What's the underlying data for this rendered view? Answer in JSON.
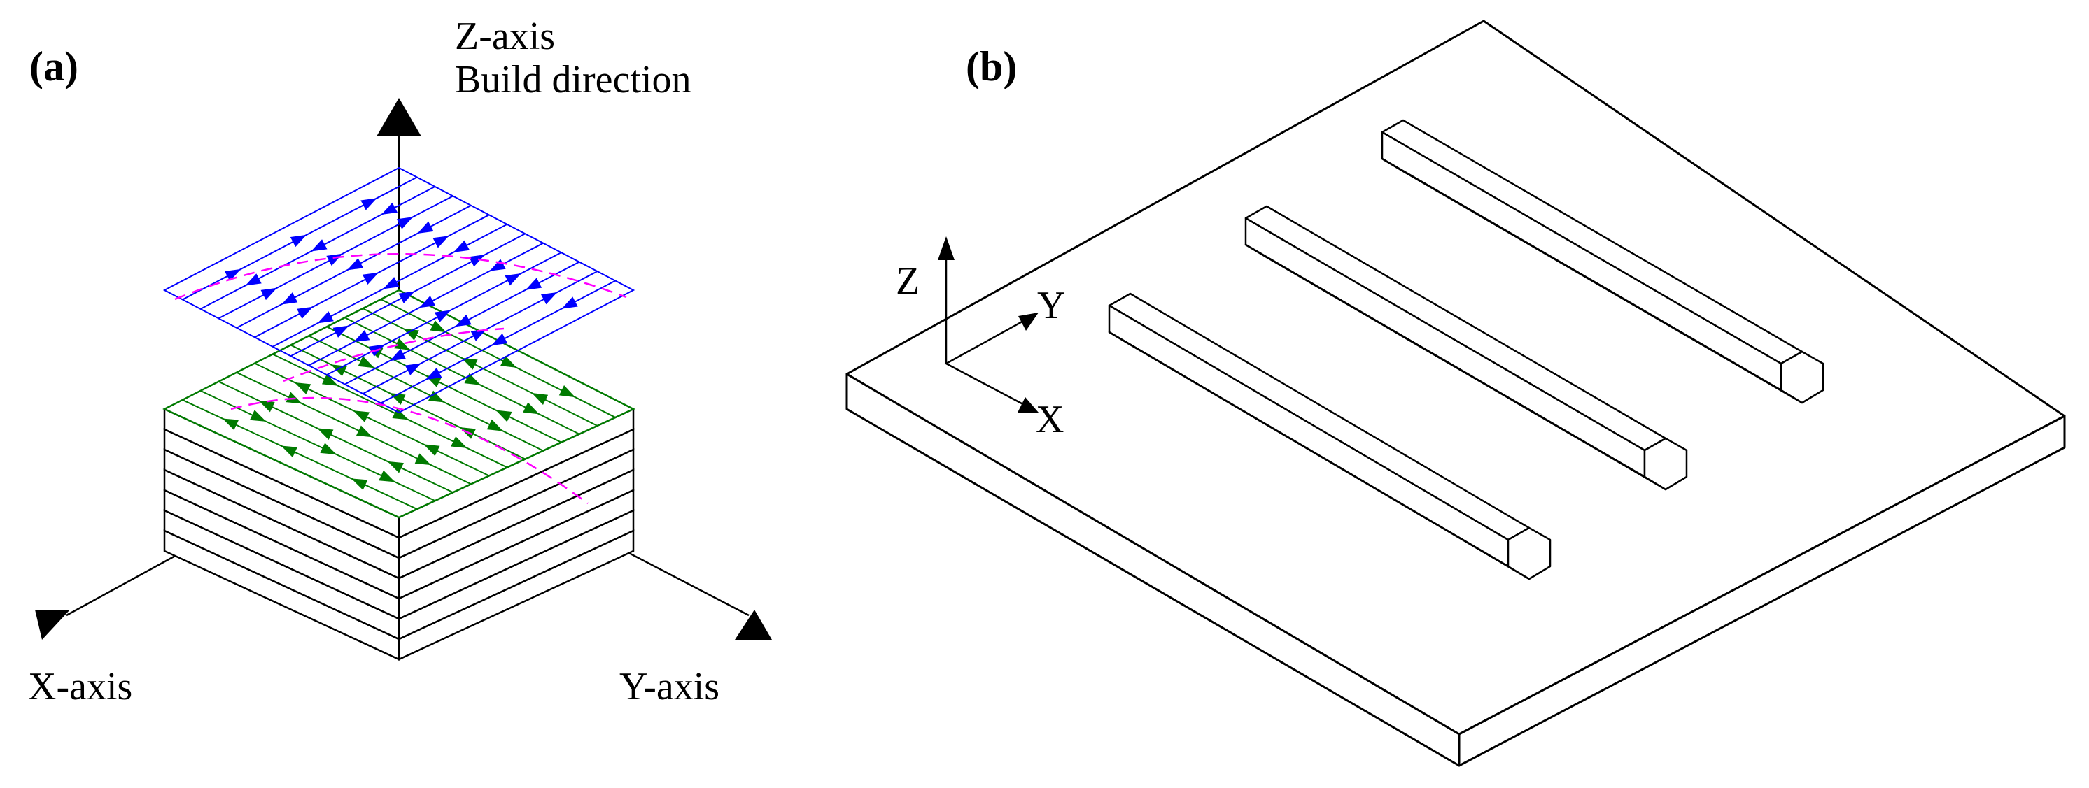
{
  "panel_a": {
    "label": "(a)",
    "z_axis_label": "Z-axis",
    "build_direction_label": "Build direction",
    "x_axis_label": "X-axis",
    "y_axis_label": "Y-axis"
  },
  "panel_b": {
    "label": "(b)",
    "z_label": "Z",
    "y_label": "Y",
    "x_label": "X"
  },
  "colors": {
    "line": "#000000",
    "blue_layer": "#0000ff",
    "green_layer": "#007a00",
    "magenta_dash": "#ff00ff"
  }
}
